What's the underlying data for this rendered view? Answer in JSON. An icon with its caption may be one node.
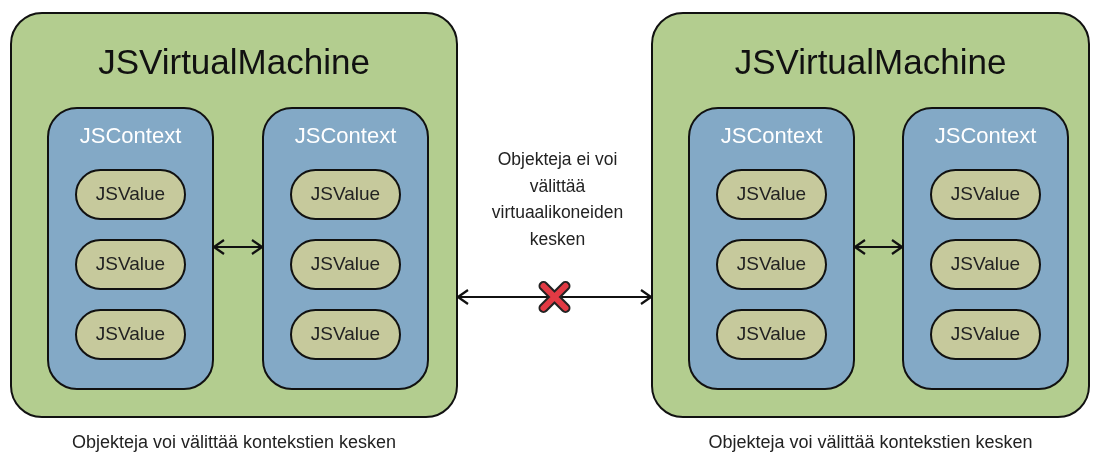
{
  "diagram": {
    "nodes": [
      {
        "text": [
          "JSVirtualMachine"
        ],
        "beside": [
          "Objekteja voi välittää kontekstien kesken"
        ]
      },
      {
        "text": [
          "JSContext"
        ],
        "in": 0
      },
      {
        "text": [
          "JSValue"
        ],
        "in": 1
      },
      {
        "text": [
          "JSValue"
        ],
        "in": 1
      },
      {
        "text": [
          "JSValue"
        ],
        "in": 1
      },
      {
        "text": [
          "JSContext"
        ],
        "in": 0
      },
      {
        "text": [
          "JSValue"
        ],
        "in": 5
      },
      {
        "text": [
          "JSValue"
        ],
        "in": 5
      },
      {
        "text": [
          "JSValue"
        ],
        "in": 5
      },
      {
        "text": [
          "JSVirtualMachine"
        ],
        "beside": [
          "Objekteja voi välittää kontekstien kesken"
        ]
      },
      {
        "text": [
          "JSContext"
        ],
        "in": 9
      },
      {
        "text": [
          "JSValue"
        ],
        "in": 10
      },
      {
        "text": [
          "JSValue"
        ],
        "in": 10
      },
      {
        "text": [
          "JSValue"
        ],
        "in": 10
      },
      {
        "text": [
          "JSContext"
        ],
        "in": 9
      },
      {
        "text": [
          "JSValue"
        ],
        "in": 14
      },
      {
        "text": [
          "JSValue"
        ],
        "in": 14
      },
      {
        "text": [
          "JSValue"
        ],
        "in": 14
      }
    ],
    "edges": [
      {
        "from": 1,
        "to": 5,
        "arrow": "both"
      },
      {
        "from": 10,
        "to": 14,
        "arrow": "both"
      },
      {
        "from": 0,
        "to": 9,
        "arrow": "both"
      }
    ],
    "labels": [
      "Objekteja ei voi välittää virtuaalikoneiden kesken"
    ]
  }
}
